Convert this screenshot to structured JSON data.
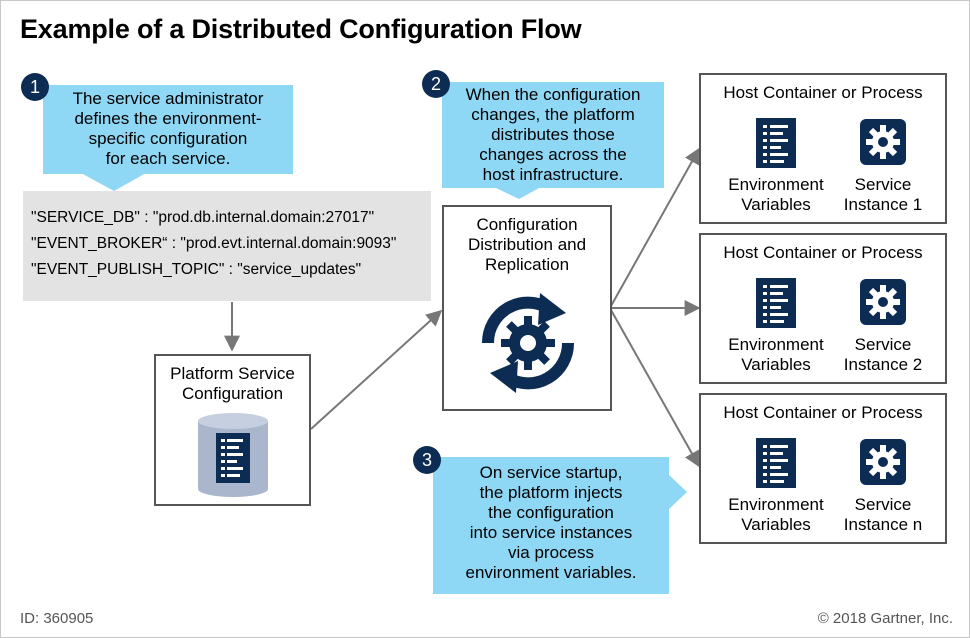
{
  "title": "Example of a Distributed Configuration Flow",
  "steps": {
    "one": {
      "number": "1",
      "lines": [
        "The service administrator",
        "defines the environment-",
        "specific configuration",
        "for each service."
      ]
    },
    "two": {
      "number": "2",
      "lines": [
        "When the configuration",
        "changes, the platform",
        "distributes those",
        "changes across the",
        "host infrastructure."
      ]
    },
    "three": {
      "number": "3",
      "lines": [
        "On service startup,",
        "the platform injects",
        "the configuration",
        "into service instances",
        "via process",
        "environment variables."
      ]
    }
  },
  "config_lines": [
    "\"SERVICE_DB\" : \"prod.db.internal.domain:27017\"",
    "\"EVENT_BROKER“ : \"prod.evt.internal.domain:9093\"",
    "\"EVENT_PUBLISH_TOPIC\" : \"service_updates\""
  ],
  "platform_service": {
    "lines": [
      "Platform Service",
      "Configuration"
    ]
  },
  "distribution": {
    "lines": [
      "Configuration",
      "Distribution and",
      "Replication"
    ]
  },
  "hosts": [
    {
      "title": "Host Container or Process",
      "env_lines": [
        "Environment",
        "Variables"
      ],
      "service_lines": [
        "Service",
        "Instance 1"
      ]
    },
    {
      "title": "Host Container or Process",
      "env_lines": [
        "Environment",
        "Variables"
      ],
      "service_lines": [
        "Service",
        "Instance 2"
      ]
    },
    {
      "title": "Host Container or Process",
      "env_lines": [
        "Environment",
        "Variables"
      ],
      "service_lines": [
        "Service",
        "Instance n"
      ]
    }
  ],
  "footer": {
    "id": "ID: 360905",
    "copyright": "© 2018 Gartner, Inc."
  },
  "colors": {
    "navy": "#0d2c54",
    "callout": "#8fd8f5",
    "config_bg": "#e3e3e3",
    "db_gray": "#a9b6cc"
  },
  "icons": {
    "env": "document-list-icon",
    "service": "gear-icon",
    "db": "database-icon",
    "cycle": "refresh-gear-icon"
  }
}
